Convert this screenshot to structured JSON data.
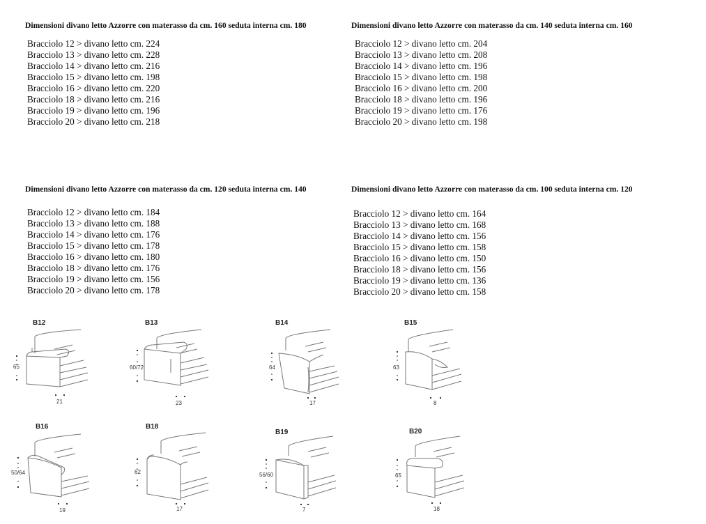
{
  "sections": [
    {
      "title": "Dimensioni divano letto Azzorre con materasso da cm. 160 seduta interna cm. 180",
      "rows": [
        "Bracciolo 12 > divano letto cm. 224",
        "Bracciolo 13 > divano letto cm. 228",
        "Bracciolo 14 > divano letto cm. 216",
        "Bracciolo 15 > divano letto cm. 198",
        "Bracciolo 16 > divano letto cm. 220",
        "Bracciolo 18 > divano letto cm. 216",
        "Bracciolo 19 > divano letto cm. 196",
        "Bracciolo 20 > divano letto cm. 218"
      ]
    },
    {
      "title": "Dimensioni divano letto Azzorre con materasso da cm. 140 seduta interna cm. 160",
      "rows": [
        "Bracciolo 12 > divano letto cm. 204",
        "Bracciolo 13 > divano letto cm. 208",
        "Bracciolo 14 > divano letto cm. 196",
        "Bracciolo 15 > divano letto cm. 198",
        "Bracciolo 16 > divano letto cm. 200",
        "Bracciolo 18 > divano letto cm. 196",
        "Bracciolo 19 > divano letto cm. 176",
        "Bracciolo 20 > divano letto cm. 198"
      ]
    },
    {
      "title": "Dimensioni divano letto Azzorre con materasso da cm. 120 seduta interna cm. 140",
      "rows": [
        "Bracciolo 12 > divano letto cm. 184",
        "Bracciolo 13 > divano letto cm. 188",
        "Bracciolo 14 > divano letto cm. 176",
        "Bracciolo 15 > divano letto cm. 178",
        "Bracciolo 16 > divano letto cm. 180",
        "Bracciolo 18 > divano letto cm. 176",
        "Bracciolo 19 > divano letto cm. 156",
        "Bracciolo 20 > divano letto cm. 178"
      ]
    },
    {
      "title": "Dimensioni divano letto Azzorre con materasso da cm. 100 seduta interna cm. 120",
      "rows": [
        "Bracciolo 12 > divano letto cm. 164",
        "Bracciolo 13 > divano letto cm. 168",
        "Bracciolo 14 > divano letto cm. 156",
        "Bracciolo 15 > divano letto cm. 158",
        "Bracciolo 16 > divano letto cm. 150",
        "Bracciolo 18 > divano letto cm. 156",
        "Bracciolo 19 > divano letto cm. 136",
        "Bracciolo 20 > divano letto cm. 158"
      ]
    }
  ],
  "armrests": [
    {
      "code": "B12",
      "height": "65",
      "width": "21",
      "shape": "square-pad"
    },
    {
      "code": "B13",
      "height": "60/72",
      "width": "23",
      "shape": "square-pad-raised"
    },
    {
      "code": "B14",
      "height": "64",
      "width": "17",
      "shape": "curved-front"
    },
    {
      "code": "B15",
      "height": "63",
      "width": "8",
      "shape": "rolled-thin"
    },
    {
      "code": "B16",
      "height": "50/64",
      "width": "19",
      "shape": "sloped-pad"
    },
    {
      "code": "B18",
      "height": "62",
      "width": "17",
      "shape": "rounded-block"
    },
    {
      "code": "B19",
      "height": "56/60",
      "width": "7",
      "shape": "flat-thin"
    },
    {
      "code": "B20",
      "height": "65",
      "width": "18",
      "shape": "rolled"
    }
  ]
}
